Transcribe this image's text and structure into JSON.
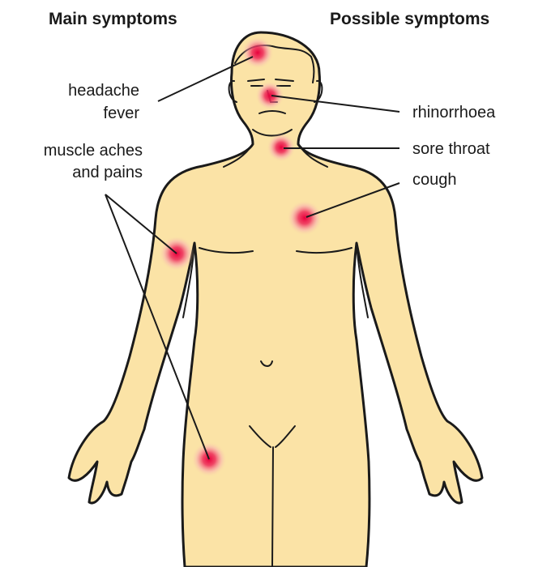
{
  "headers": {
    "main": "Main symptoms",
    "possible": "Possible symptoms"
  },
  "labels": {
    "headache": "headache",
    "fever": "fever",
    "muscle_line1": "muscle aches",
    "muscle_line2": "and pains",
    "rhinorrhoea": "rhinorrhoea",
    "sore_throat": "sore throat",
    "cough": "cough"
  },
  "colors": {
    "skin": "#fbe3a6",
    "outline": "#1a1a1a",
    "symptom_spot": "#e8003c"
  }
}
